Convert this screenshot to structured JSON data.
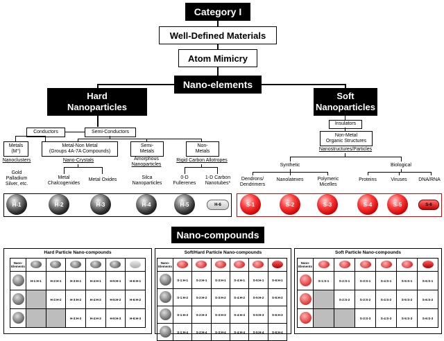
{
  "header": {
    "category": "Category I",
    "well_defined": "Well-Defined Materials",
    "atom_mimicry": "Atom Mimicry",
    "nano_elements": "Nano-elements"
  },
  "hard": {
    "title_l1": "Hard",
    "title_l2": "Nanoparticles",
    "conductors": "Conductors",
    "semi_conductors": "Semi-Conductors",
    "metals_l1": "Metals",
    "metals_l2": "(M°)",
    "metal_nonmetal_l1": "Metal-Non Metal",
    "metal_nonmetal_l2": "(Groups 4A-7A Compounds)",
    "semi_metals_l1": "Semi-",
    "semi_metals_l2": "Metals",
    "non_metals_l1": "Non-",
    "non_metals_l2": "Metals",
    "nanoclusters": "Nanoclusters",
    "nano_crystals": "Nano-Crystals",
    "amorphous_l1": "Amorphous",
    "amorphous_l2": "Nanoparticles",
    "rigid_carbon": "Rigid Carbon Allotropes",
    "gold_l1": "Gold",
    "gold_l2": "Palladium",
    "gold_l3": "Silver, etc.",
    "metal_chalc_l1": "Metal",
    "metal_chalc_l2": "Chalcogenides",
    "metal_oxides": "Metal Oxides",
    "silica_l1": "Silca",
    "silica_l2": "Nanoparticles",
    "fullerenes_l1": "0-D",
    "fullerenes_l2": "Fullerenes",
    "nanotubes_l1": "1-D Carbon",
    "nanotubes_l2": "Nanotubes*",
    "elements": [
      "H-1",
      "H-2",
      "H-3",
      "H-4",
      "H-5",
      "H-6"
    ]
  },
  "soft": {
    "title_l1": "Soft",
    "title_l2": "Nanoparticles",
    "insulators": "Insulators",
    "nonmetal_l1": "Non-Metal",
    "nonmetal_l2": "Organic Structures",
    "nanostructures": "Nanostructures/Particles",
    "synthetic": "Synthetic",
    "biological": "Biological",
    "dendrons_l1": "Dendrons/",
    "dendrons_l2": "Dendrimers",
    "nanolatexes": "Nanolatexes",
    "polymeric_l1": "Polymeric",
    "polymeric_l2": "Micelles",
    "proteins": "Proteins",
    "viruses": "Viruses",
    "dna": "DNA/RNA",
    "elements": [
      "S-1",
      "S-2",
      "S-3",
      "S-4",
      "S-5",
      "S-6"
    ]
  },
  "compounds": {
    "title": "Nano-compounds",
    "hard_table": {
      "title": "Hard Particle Nano-compounds",
      "corner_l1": "Nano-",
      "corner_l2": "Elements",
      "rows": [
        [
          "H-1:H-1",
          "H-2:H-1",
          "H-3:H-1",
          "H-4:H-1",
          "H-5:H-1",
          "H-6:H-1"
        ],
        [
          "",
          "H-2:H-2",
          "H-3:H-2",
          "H-4:H-2",
          "H-5:H-2",
          "H-6:H-2"
        ],
        [
          "",
          "",
          "H-3:H-3",
          "H-4:H-3",
          "H-5:H-3",
          "H-6:H-3"
        ]
      ]
    },
    "softhard_table": {
      "title": "Soft/Hard Particle Nano-compounds",
      "corner_l1": "Nano-",
      "corner_l2": "Elements",
      "rows": [
        [
          "S-1:H-1",
          "S-2:H-1",
          "S-3:H-1",
          "S-4:H-1",
          "S-5:H-1",
          "S-6:H-1"
        ],
        [
          "S-1:H-2",
          "S-2:H-2",
          "S-3:H-2",
          "S-4:H-2",
          "S-5:H-2",
          "S-6:H-2"
        ],
        [
          "S-1:H-3",
          "S-2:H-3",
          "S-3:H-3",
          "S-4:H-3",
          "S-5:H-3",
          "S-6:H-3"
        ],
        [
          "S-1:H-4",
          "S-2:H-4",
          "S-3:H-4",
          "S-4:H-4",
          "S-5:H-4",
          "S-6:H-4"
        ]
      ]
    },
    "soft_table": {
      "title": "Soft Particle Nano-compounds",
      "corner_l1": "Nano-",
      "corner_l2": "Elements",
      "rows": [
        [
          "S-1:S-1",
          "S-2:S-1",
          "S-3:S-1",
          "S-4:S-1",
          "S-5:S-1",
          "S-6:S-1"
        ],
        [
          "",
          "S-2:S-2",
          "S-3:S-2",
          "S-4:S-2",
          "S-5:S-2",
          "S-6:S-2"
        ],
        [
          "",
          "",
          "S-3:S-3",
          "S-4:S-3",
          "S-5:S-3",
          "S-6:S-3"
        ]
      ]
    }
  },
  "colors": {
    "hard_sphere": "#333333",
    "soft_sphere": "#e00000",
    "soft_border": "#e00000"
  }
}
